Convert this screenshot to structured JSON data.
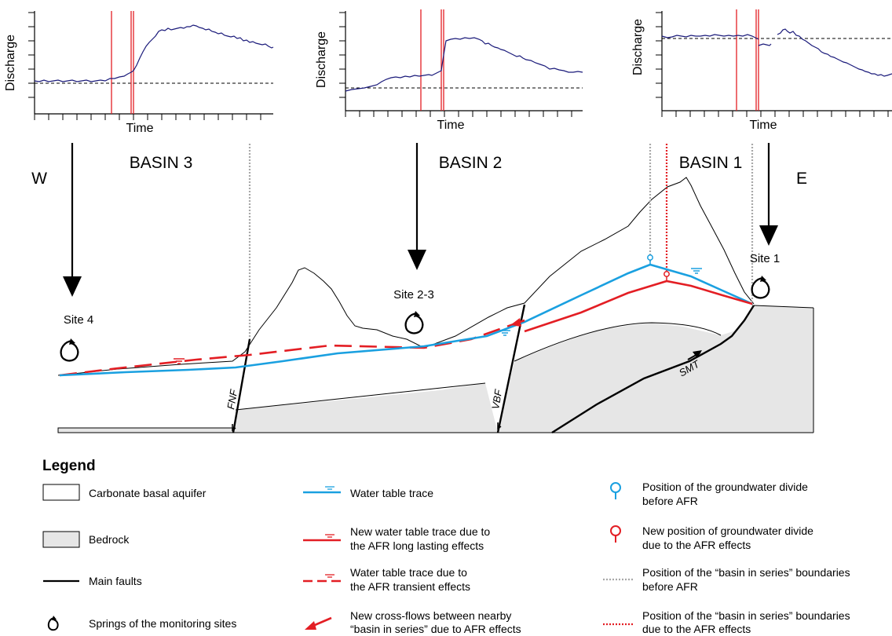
{
  "charts": [
    {
      "ylabel": "Discharge",
      "xlabel": "Time",
      "color": "#1a1a7a"
    },
    {
      "ylabel": "Discharge",
      "xlabel": "Time",
      "color": "#1a1a7a"
    },
    {
      "ylabel": "Discharge",
      "xlabel": "Time",
      "color": "#1a1a7a"
    }
  ],
  "section": {
    "west": "W",
    "east": "E",
    "basins": [
      "BASIN 3",
      "BASIN 2",
      "BASIN 1"
    ],
    "sites": [
      "Site 4",
      "Site 2-3",
      "Site 1"
    ],
    "faults": [
      "FNF",
      "VBF",
      "SMT"
    ]
  },
  "legend": {
    "title": "Legend",
    "items": [
      "Carbonate basal aquifer",
      "Bedrock",
      "Main faults",
      "Springs of the monitoring sites",
      "Water table trace",
      "New water table trace due to",
      "the AFR long lasting effects",
      "Water table trace due to",
      "the AFR transient effects",
      "New cross-flows between nearby",
      "“basin in series” due to AFR effects",
      "Position of the groundwater divide",
      "before AFR",
      "New position of groundwater divide",
      "due to the AFR effects",
      "Position of the “basin in series” boundaries",
      "before AFR",
      "Position of the “basin in series” boundaries",
      "due to the AFR effects"
    ]
  },
  "colors": {
    "blue": "#1aa0e0",
    "red": "#e31e24",
    "gray_fill": "#e6e6e6",
    "dotted_gray": "#a8a8a8",
    "discharge_line": "#1a1a7a"
  }
}
